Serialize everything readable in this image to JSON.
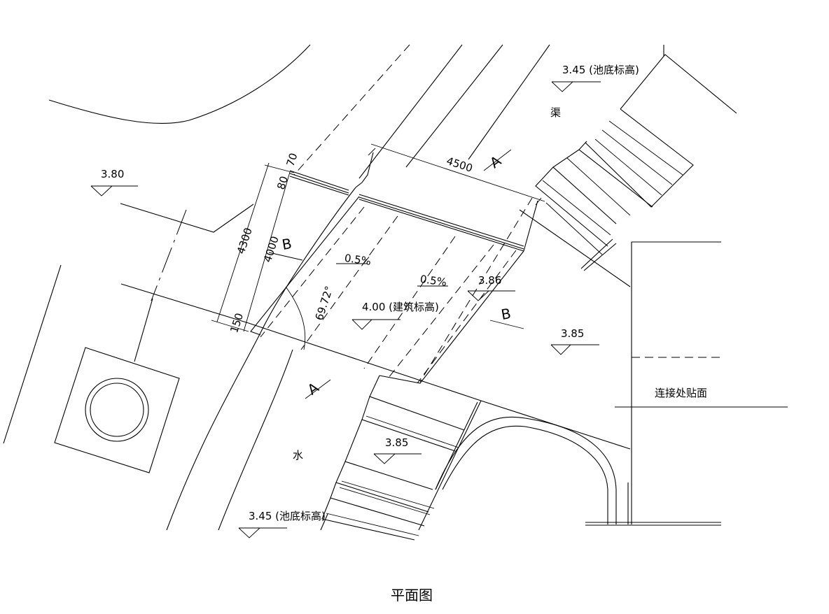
{
  "drawing": {
    "title": "平面图",
    "elevation_labels": {
      "e380": "3.80",
      "e345_top": "3.45 (池底标高)",
      "e345_bottom": "3.45 (池底标高)",
      "e385_right": "3.85",
      "e385_bottom": "3.85",
      "e386": "3.86",
      "e400": "4.00 (建筑标高)"
    },
    "slopes": [
      "0.5%",
      "0.5%"
    ],
    "dimensions": {
      "d4500": "4500",
      "d4300": "4300",
      "d4000": "4000",
      "d70": "70",
      "d80": "80",
      "d150": "150",
      "angle": "69.72°"
    },
    "section_marks": {
      "a_top": "A",
      "a_bottom": "A",
      "b_left": "B",
      "b_right": "B"
    },
    "words": {
      "canal_char": "渠",
      "water_char": "水",
      "connection": "连接处贴面"
    }
  }
}
